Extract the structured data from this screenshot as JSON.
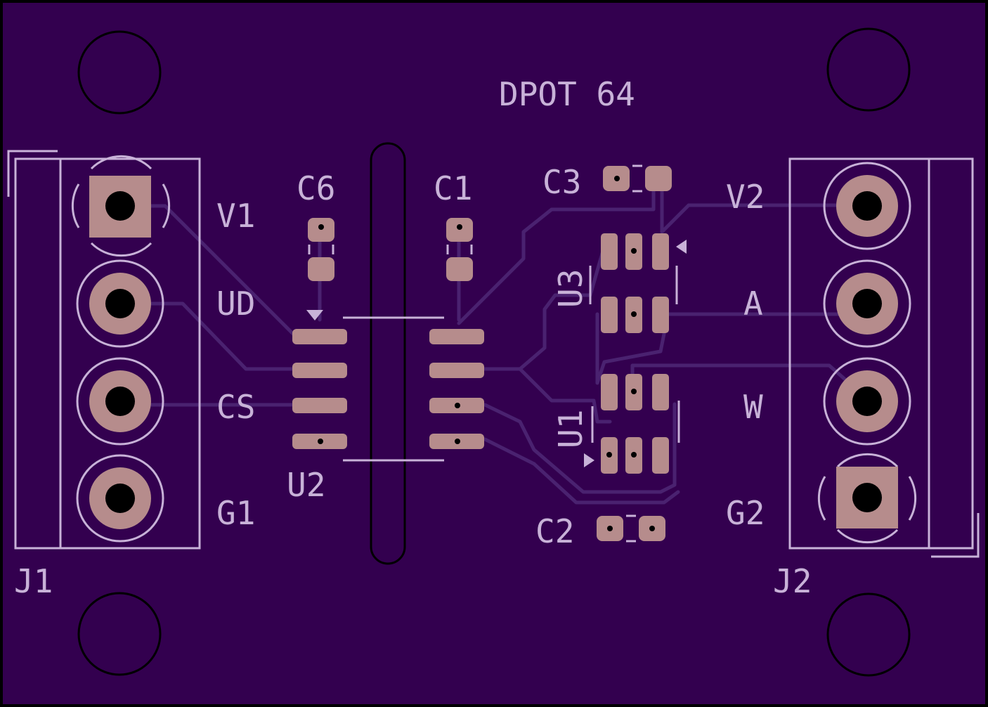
{
  "board": {
    "title": "DPOT 64",
    "colors": {
      "soldermask": "#33004f",
      "silkscreen": "#c8b2d8",
      "copper_pad": "#b68c8c",
      "trace": "#4a2270"
    }
  },
  "connectors": {
    "j1": {
      "ref": "J1",
      "pins": [
        "V1",
        "UD",
        "CS",
        "G1"
      ]
    },
    "j2": {
      "ref": "J2",
      "pins": [
        "V2",
        "A",
        "W",
        "G2"
      ]
    }
  },
  "components": {
    "c1": "C1",
    "c2": "C2",
    "c3": "C3",
    "c6": "C6",
    "u1": "U1",
    "u2": "U2",
    "u3": "U3"
  }
}
